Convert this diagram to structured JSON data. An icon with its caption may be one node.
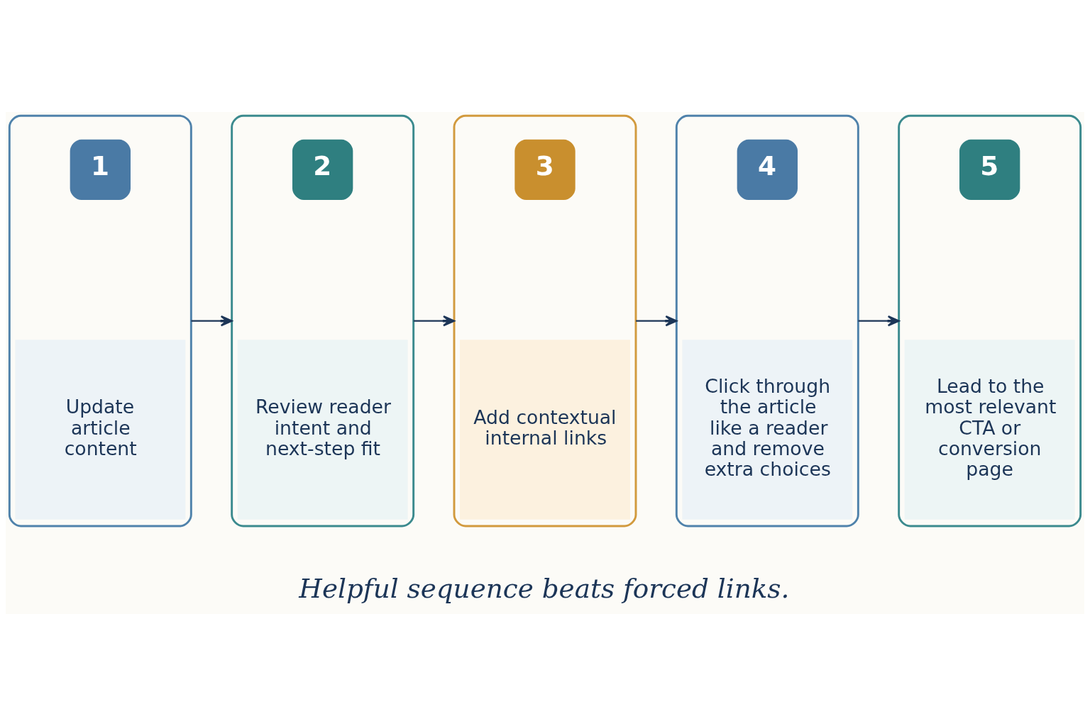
{
  "diagram": {
    "caption": "Helpful sequence beats forced links.",
    "nodes": [
      {
        "text": [
          "1",
          "Update article content"
        ]
      },
      {
        "text": [
          "2",
          "Review reader intent and next-step fit"
        ]
      },
      {
        "text": [
          "3",
          "Add contextual internal links"
        ]
      },
      {
        "text": [
          "4",
          "Click through the article like a reader and remove extra choices"
        ]
      },
      {
        "text": [
          "5",
          "Lead to the most relevant CTA or conversion page"
        ]
      }
    ],
    "edges": [
      {
        "from": 0,
        "to": 1,
        "arrow": "to"
      },
      {
        "from": 1,
        "to": 2,
        "arrow": "to"
      },
      {
        "from": 2,
        "to": 3,
        "arrow": "to"
      },
      {
        "from": 3,
        "to": 4,
        "arrow": "to"
      }
    ]
  }
}
